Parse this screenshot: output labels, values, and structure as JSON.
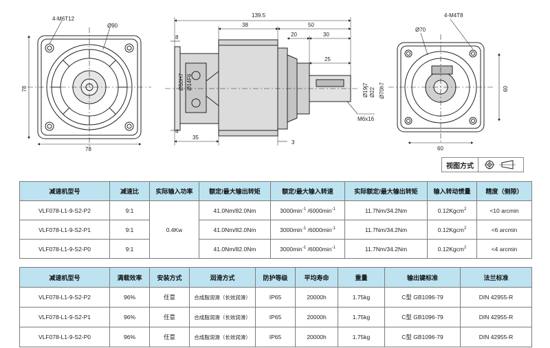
{
  "drawing": {
    "front": {
      "holes_label": "4-M6T12",
      "dia_label": "Ø90",
      "height_label": "78",
      "width_label": "78"
    },
    "side": {
      "total": "139.5",
      "d38": "38",
      "d50": "50",
      "d20": "20",
      "d30": "30",
      "d25": "25",
      "d8": "8",
      "d4": "4",
      "d35": "35",
      "d3": "3",
      "phi50": "Ø50H7",
      "phi14": "Ø14F6",
      "phi19": "Ø19j7",
      "phi22": "Ø22",
      "phi70": "Ø70h7",
      "thread": "M6x16"
    },
    "rear": {
      "holes_label": "4-M4T8",
      "dia_label": "Ø70",
      "height_label": "60",
      "width_label": "60"
    }
  },
  "view_method": {
    "label": "视图方式"
  },
  "table1": {
    "headers": [
      "减速机型号",
      "减速比",
      "实际输入功率",
      "额定/最大输出转矩",
      "额定/最大输入转速",
      "实际额定/最大输出转矩",
      "输入转动惯量",
      "精度（侧隙）"
    ],
    "power": "0.4Kw",
    "rows": [
      {
        "model": "VLF078-L1-9-S2-P2",
        "ratio": "9:1",
        "torque": "41.0Nm/82.0Nm",
        "speed_a": "3000min",
        "speed_b": " /6000min",
        "sup": "-1",
        "actual": "11.7Nm/34.2Nm",
        "inertia": "0.12Kgcm",
        "inertia_sup": "2",
        "precision": "<10 arcmin"
      },
      {
        "model": "VLF078-L1-9-S2-P1",
        "ratio": "9:1",
        "torque": "41.0Nm/82.0Nm",
        "speed_a": "3000min",
        "speed_b": " /6000min",
        "sup": "-1",
        "actual": "11.7Nm/34.2Nm",
        "inertia": "0.12Kgcm",
        "inertia_sup": "2",
        "precision": "<6 arcmin"
      },
      {
        "model": "VLF078-L1-9-S2-P0",
        "ratio": "9:1",
        "torque": "41.0Nm/82.0Nm",
        "speed_a": "3000min",
        "speed_b": " /6000min",
        "sup": "-1",
        "actual": "11.7Nm/34.2Nm",
        "inertia": "0.12Kgcm",
        "inertia_sup": "2",
        "precision": "<4 arcmin"
      }
    ]
  },
  "table2": {
    "headers": [
      "减速机型号",
      "满载效率",
      "安装方式",
      "润滑方式",
      "防护等级",
      "平均寿命",
      "重量",
      "输出键标准",
      "法兰标准"
    ],
    "rows": [
      {
        "model": "VLF078-L1-9-S2-P2",
        "eff": "96%",
        "mount": "任意",
        "lube": "合成脂润滑（长效润滑）",
        "ip": "IP65",
        "life": "20000h",
        "weight": "1.75kg",
        "key": "C型  GB1096-79",
        "flange": "DIN 42955-R"
      },
      {
        "model": "VLF078-L1-9-S2-P1",
        "eff": "96%",
        "mount": "任意",
        "lube": "合成脂润滑（长效润滑）",
        "ip": "IP65",
        "life": "20000h",
        "weight": "1.75kg",
        "key": "C型  GB1096-79",
        "flange": "DIN 42955-R"
      },
      {
        "model": "VLF078-L1-9-S2-P0",
        "eff": "96%",
        "mount": "任意",
        "lube": "合成脂润滑（长效润滑）",
        "ip": "IP65",
        "life": "20000h",
        "weight": "1.75kg",
        "key": "C型  GB1096-79",
        "flange": "DIN 42955-R"
      }
    ]
  }
}
